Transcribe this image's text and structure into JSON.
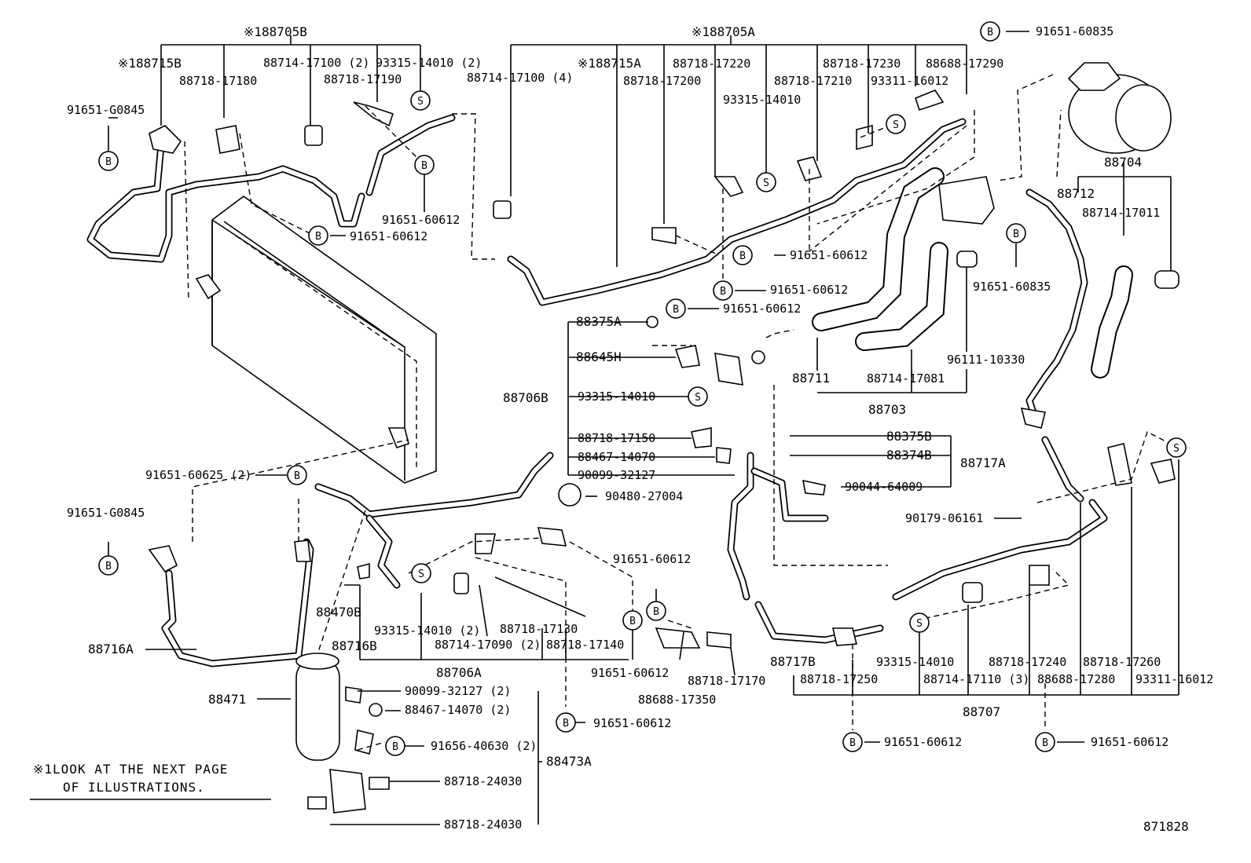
{
  "diagram": {
    "figure_number": "871828",
    "note_line1": "※1LOOK AT THE NEXT PAGE",
    "note_line2": "OF ILLUSTRATIONS.",
    "symbol_b": "B",
    "symbol_s": "S",
    "labels": {
      "l188705b": "※188705B",
      "l188705a": "※188705A",
      "l188715b": "※188715B",
      "l188715a": "※188715A",
      "l88718_17180": "88718-17180",
      "l88714_17100_2": "88714-17100 (2)",
      "l93315_14010_2": "93315-14010 (2)",
      "l88718_17190": "88718-17190",
      "l91651_g0845_a": "91651-G0845",
      "l91651_60612_a": "91651-60612",
      "l91651_60612_b": "91651-60612",
      "l88714_17100_4": "88714-17100 (4)",
      "l88718_17220": "88718-17220",
      "l88718_17200": "88718-17200",
      "l88718_17230": "88718-17230",
      "l88718_17210": "88718-17210",
      "l88688_17290": "88688-17290",
      "l93311_16012_a": "93311-16012",
      "l93315_14010_a": "93315-14010",
      "l91651_60835_a": "91651-60835",
      "l88704": "88704",
      "l88712": "88712",
      "l88714_17011": "88714-17011",
      "l91651_60835_b": "91651-60835",
      "l91651_60612_c": "91651-60612",
      "l91651_60612_d": "91651-60612",
      "l91651_60612_e": "91651-60612",
      "l88375a": "88375A",
      "l88645h": "88645H",
      "l88706b": "88706B",
      "l93315_14010_b": "93315-14010",
      "l88718_17150": "88718-17150",
      "l88467_14070": "88467-14070",
      "l90099_32127": "90099-32127",
      "l90480_27004": "90480-27004",
      "l88711": "88711",
      "l88714_17081": "88714-17081",
      "l96111_10330": "96111-10330",
      "l88703": "88703",
      "l88375b": "88375B",
      "l88374b": "88374B",
      "l88717a": "88717A",
      "l90044_64009": "90044-64009",
      "l90179_06161": "90179-06161",
      "l91651_60625_2": "91651-60625 (2)",
      "l91651_g0845_b": "91651-G0845",
      "l88716a": "88716A",
      "l88470b": "88470B",
      "l93315_14010_2b": "93315-14010 (2)",
      "l88716b": "88716B",
      "l88714_17090_2": "88714-17090 (2)",
      "l88718_17130": "88718-17130",
      "l88718_17140": "88718-17140",
      "l88706a": "88706A",
      "l91651_60612_f": "91651-60612",
      "l91651_60612_g": "91651-60612",
      "l88718_17170": "88718-17170",
      "l88688_17350": "88688-17350",
      "l91651_60612_h": "91651-60612",
      "l88471": "88471",
      "l90099_32127_2": "90099-32127 (2)",
      "l88467_14070_2": "88467-14070 (2)",
      "l91656_40630_2": "91656-40630 (2)",
      "l88473a": "88473A",
      "l88718_24030_a": "88718-24030",
      "l88718_24030_b": "88718-24030",
      "l88717b": "88717B",
      "l88718_17250": "88718-17250",
      "l93315_14010_c": "93315-14010",
      "l88714_17110_3": "88714-17110 (3)",
      "l88718_17240": "88718-17240",
      "l88688_17280": "88688-17280",
      "l88718_17260": "88718-17260",
      "l93311_16012_b": "93311-16012",
      "l88707": "88707",
      "l91651_60612_i": "91651-60612",
      "l91651_60612_j": "91651-60612"
    }
  }
}
